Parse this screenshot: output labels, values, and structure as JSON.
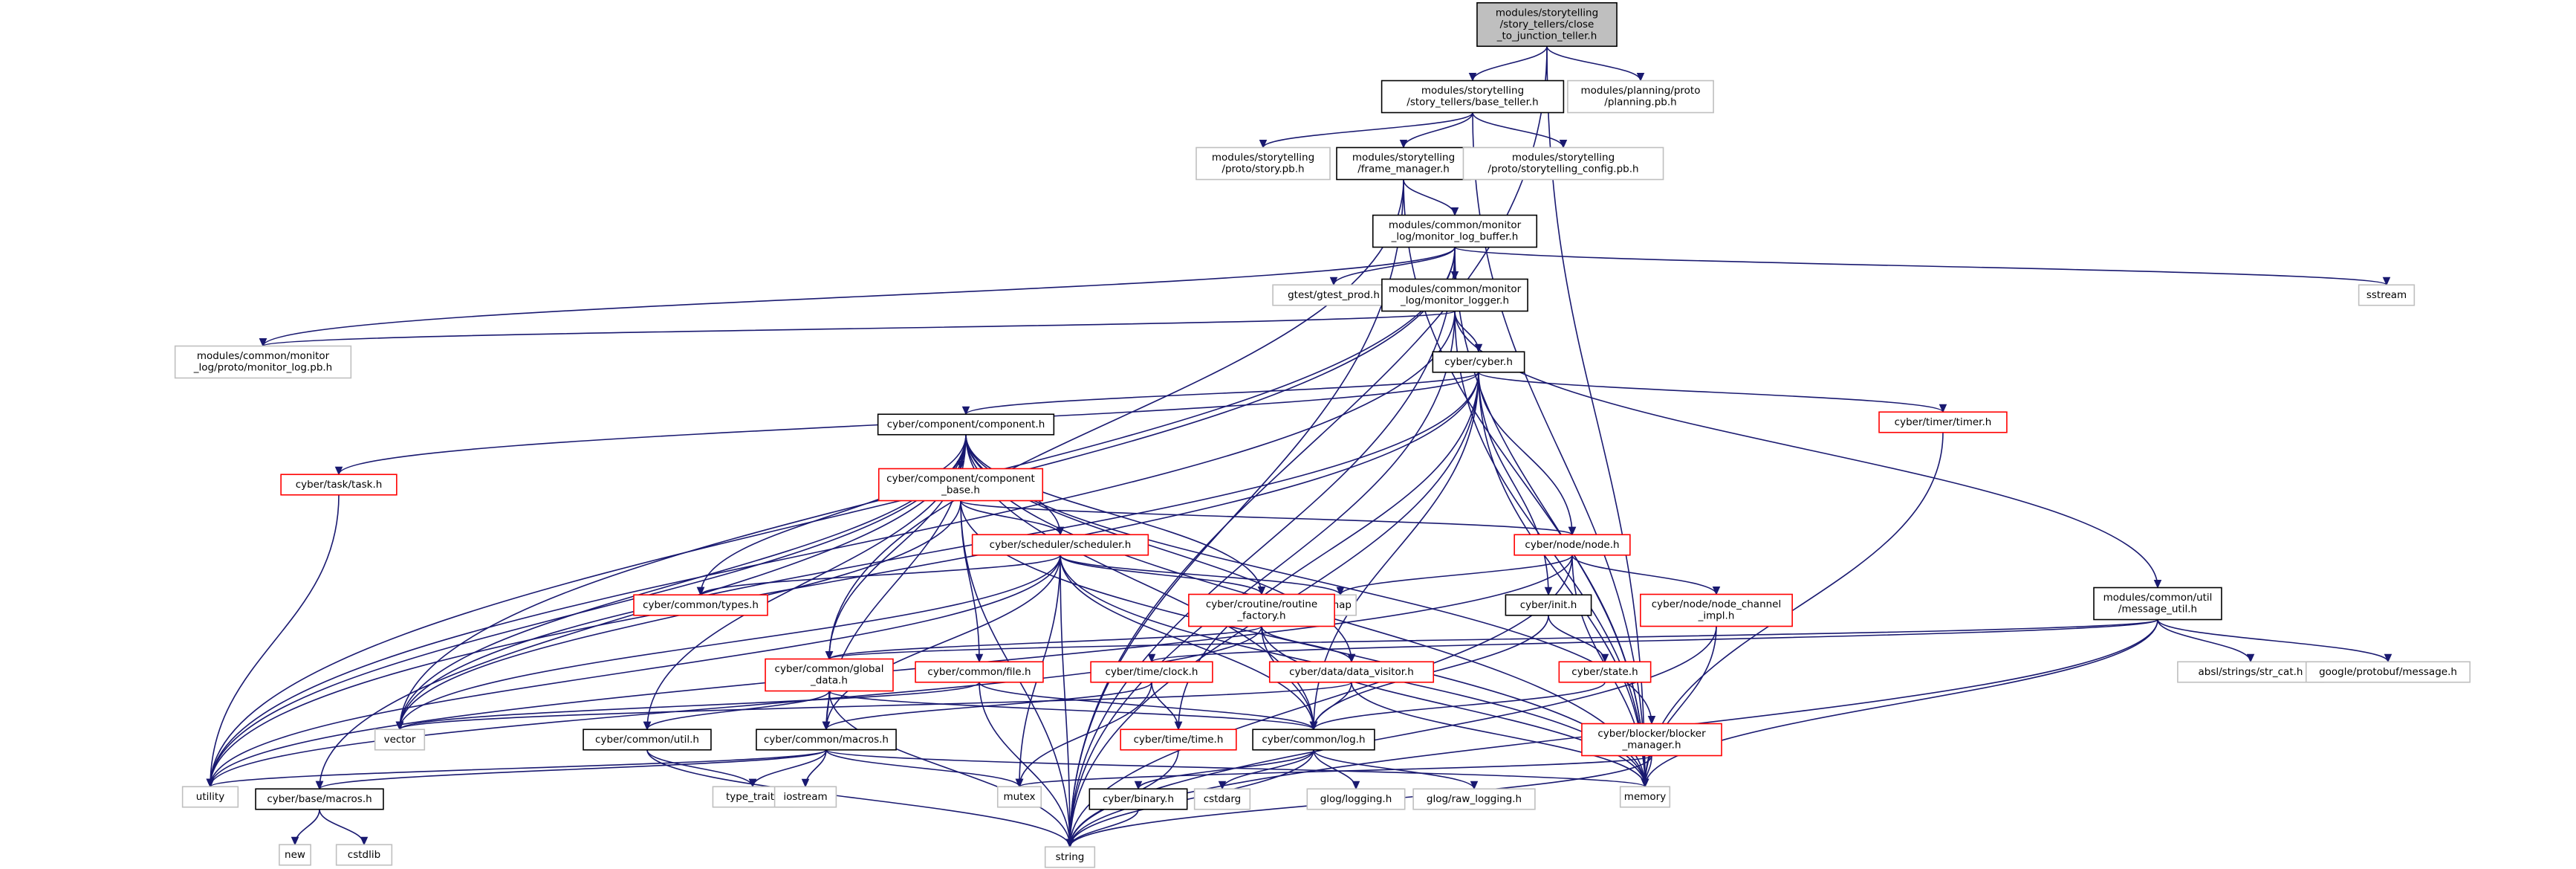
{
  "colors": {
    "edge": "#191970",
    "root_fill": "#bfbfbf",
    "root_stroke": "#000000",
    "documented_stroke": "#000000",
    "red_stroke": "#ff0000",
    "external_stroke": "#bfbfbf",
    "node_fill": "#ffffff"
  },
  "nodes": [
    {
      "id": "root",
      "lines": [
        "modules/storytelling",
        "/story_tellers/close",
        "_to_junction_teller.h"
      ],
      "kind": "root"
    },
    {
      "id": "base_teller",
      "lines": [
        "modules/storytelling",
        "/story_tellers/base_teller.h"
      ],
      "kind": "documented"
    },
    {
      "id": "planning_pb",
      "lines": [
        "modules/planning/proto",
        "/planning.pb.h"
      ],
      "kind": "external"
    },
    {
      "id": "story_pb",
      "lines": [
        "modules/storytelling",
        "/proto/story.pb.h"
      ],
      "kind": "external"
    },
    {
      "id": "frame_manager",
      "lines": [
        "modules/storytelling",
        "/frame_manager.h"
      ],
      "kind": "documented"
    },
    {
      "id": "storytelling_config",
      "lines": [
        "modules/storytelling",
        "/proto/storytelling_config.pb.h"
      ],
      "kind": "external"
    },
    {
      "id": "monitor_log_buffer",
      "lines": [
        "modules/common/monitor",
        "_log/monitor_log_buffer.h"
      ],
      "kind": "documented"
    },
    {
      "id": "gtest_prod",
      "lines": [
        "gtest/gtest_prod.h"
      ],
      "kind": "external"
    },
    {
      "id": "sstream",
      "lines": [
        "sstream"
      ],
      "kind": "external"
    },
    {
      "id": "monitor_logger",
      "lines": [
        "modules/common/monitor",
        "_log/monitor_logger.h"
      ],
      "kind": "documented"
    },
    {
      "id": "monitor_log_pb",
      "lines": [
        "modules/common/monitor",
        "_log/proto/monitor_log.pb.h"
      ],
      "kind": "external"
    },
    {
      "id": "cyber_h",
      "lines": [
        "cyber/cyber.h"
      ],
      "kind": "documented"
    },
    {
      "id": "component",
      "lines": [
        "cyber/component/component.h"
      ],
      "kind": "documented"
    },
    {
      "id": "timer",
      "lines": [
        "cyber/timer/timer.h"
      ],
      "kind": "red"
    },
    {
      "id": "task",
      "lines": [
        "cyber/task/task.h"
      ],
      "kind": "red"
    },
    {
      "id": "component_base",
      "lines": [
        "cyber/component/component",
        "_base.h"
      ],
      "kind": "red"
    },
    {
      "id": "scheduler",
      "lines": [
        "cyber/scheduler/scheduler.h"
      ],
      "kind": "red"
    },
    {
      "id": "node",
      "lines": [
        "cyber/node/node.h"
      ],
      "kind": "red"
    },
    {
      "id": "message_util",
      "lines": [
        "modules/common/util",
        "/message_util.h"
      ],
      "kind": "documented"
    },
    {
      "id": "types",
      "lines": [
        "cyber/common/types.h"
      ],
      "kind": "red"
    },
    {
      "id": "map",
      "lines": [
        "map"
      ],
      "kind": "external"
    },
    {
      "id": "routine_factory",
      "lines": [
        "cyber/croutine/routine",
        "_factory.h"
      ],
      "kind": "red"
    },
    {
      "id": "init",
      "lines": [
        "cyber/init.h"
      ],
      "kind": "documented"
    },
    {
      "id": "node_channel_impl",
      "lines": [
        "cyber/node/node_channel",
        "_impl.h"
      ],
      "kind": "red"
    },
    {
      "id": "global_data",
      "lines": [
        "cyber/common/global",
        "_data.h"
      ],
      "kind": "red"
    },
    {
      "id": "file",
      "lines": [
        "cyber/common/file.h"
      ],
      "kind": "red"
    },
    {
      "id": "clock",
      "lines": [
        "cyber/time/clock.h"
      ],
      "kind": "red"
    },
    {
      "id": "data_visitor",
      "lines": [
        "cyber/data/data_visitor.h"
      ],
      "kind": "red"
    },
    {
      "id": "state",
      "lines": [
        "cyber/state.h"
      ],
      "kind": "red"
    },
    {
      "id": "str_cat",
      "lines": [
        "absl/strings/str_cat.h"
      ],
      "kind": "external"
    },
    {
      "id": "protobuf_message",
      "lines": [
        "google/protobuf/message.h"
      ],
      "kind": "external"
    },
    {
      "id": "vector",
      "lines": [
        "vector"
      ],
      "kind": "external"
    },
    {
      "id": "util",
      "lines": [
        "cyber/common/util.h"
      ],
      "kind": "documented"
    },
    {
      "id": "macros",
      "lines": [
        "cyber/common/macros.h"
      ],
      "kind": "documented"
    },
    {
      "id": "time_h",
      "lines": [
        "cyber/time/time.h"
      ],
      "kind": "red"
    },
    {
      "id": "log",
      "lines": [
        "cyber/common/log.h"
      ],
      "kind": "documented"
    },
    {
      "id": "blocker_manager",
      "lines": [
        "cyber/blocker/blocker",
        "_manager.h"
      ],
      "kind": "red"
    },
    {
      "id": "utility",
      "lines": [
        "utility"
      ],
      "kind": "external"
    },
    {
      "id": "type_traits",
      "lines": [
        "type_traits"
      ],
      "kind": "external"
    },
    {
      "id": "iostream",
      "lines": [
        "iostream"
      ],
      "kind": "external"
    },
    {
      "id": "mutex",
      "lines": [
        "mutex"
      ],
      "kind": "external"
    },
    {
      "id": "memory",
      "lines": [
        "memory"
      ],
      "kind": "external"
    },
    {
      "id": "base_macros",
      "lines": [
        "cyber/base/macros.h"
      ],
      "kind": "documented"
    },
    {
      "id": "binary",
      "lines": [
        "cyber/binary.h"
      ],
      "kind": "documented"
    },
    {
      "id": "cstdarg",
      "lines": [
        "cstdarg"
      ],
      "kind": "external"
    },
    {
      "id": "glog_logging",
      "lines": [
        "glog/logging.h"
      ],
      "kind": "external"
    },
    {
      "id": "glog_raw",
      "lines": [
        "glog/raw_logging.h"
      ],
      "kind": "external"
    },
    {
      "id": "new",
      "lines": [
        "new"
      ],
      "kind": "external"
    },
    {
      "id": "cstdlib",
      "lines": [
        "cstdlib"
      ],
      "kind": "external"
    },
    {
      "id": "string",
      "lines": [
        "string"
      ],
      "kind": "external"
    }
  ],
  "edges": [
    [
      "root",
      "base_teller"
    ],
    [
      "root",
      "planning_pb"
    ],
    [
      "root",
      "string"
    ],
    [
      "root",
      "memory"
    ],
    [
      "base_teller",
      "story_pb"
    ],
    [
      "base_teller",
      "frame_manager"
    ],
    [
      "base_teller",
      "storytelling_config"
    ],
    [
      "base_teller",
      "memory"
    ],
    [
      "frame_manager",
      "monitor_log_buffer"
    ],
    [
      "frame_manager",
      "string"
    ],
    [
      "frame_manager",
      "memory"
    ],
    [
      "frame_manager",
      "global_data"
    ],
    [
      "monitor_log_buffer",
      "gtest_prod"
    ],
    [
      "monitor_log_buffer",
      "monitor_logger"
    ],
    [
      "monitor_log_buffer",
      "sstream"
    ],
    [
      "monitor_log_buffer",
      "monitor_log_pb"
    ],
    [
      "monitor_log_buffer",
      "string"
    ],
    [
      "monitor_log_buffer",
      "vector"
    ],
    [
      "monitor_log_buffer",
      "utility"
    ],
    [
      "monitor_log_buffer",
      "memory"
    ],
    [
      "monitor_logger",
      "cyber_h"
    ],
    [
      "monitor_logger",
      "monitor_log_pb"
    ],
    [
      "monitor_logger",
      "message_util"
    ],
    [
      "monitor_logger",
      "memory"
    ],
    [
      "monitor_logger",
      "string"
    ],
    [
      "monitor_logger",
      "utility"
    ],
    [
      "cyber_h",
      "component"
    ],
    [
      "cyber_h",
      "timer"
    ],
    [
      "cyber_h",
      "task"
    ],
    [
      "cyber_h",
      "node"
    ],
    [
      "cyber_h",
      "init"
    ],
    [
      "cyber_h",
      "log"
    ],
    [
      "cyber_h",
      "time_h"
    ],
    [
      "cyber_h",
      "memory"
    ],
    [
      "cyber_h",
      "string"
    ],
    [
      "cyber_h",
      "utility"
    ],
    [
      "cyber_h",
      "vector"
    ],
    [
      "component",
      "component_base"
    ],
    [
      "component",
      "scheduler"
    ],
    [
      "component",
      "routine_factory"
    ],
    [
      "component",
      "data_visitor"
    ],
    [
      "component",
      "types"
    ],
    [
      "component",
      "global_data"
    ],
    [
      "component",
      "util"
    ],
    [
      "component",
      "macros"
    ],
    [
      "component",
      "base_macros"
    ],
    [
      "component",
      "log"
    ],
    [
      "component",
      "blocker_manager"
    ],
    [
      "component",
      "memory"
    ],
    [
      "component",
      "vector"
    ],
    [
      "component",
      "utility"
    ],
    [
      "timer",
      "memory"
    ],
    [
      "task",
      "utility"
    ],
    [
      "component_base",
      "scheduler"
    ],
    [
      "component_base",
      "node"
    ],
    [
      "component_base",
      "file"
    ],
    [
      "component_base",
      "memory"
    ],
    [
      "component_base",
      "vector"
    ],
    [
      "component_base",
      "string"
    ],
    [
      "scheduler",
      "types"
    ],
    [
      "scheduler",
      "map"
    ],
    [
      "scheduler",
      "routine_factory"
    ],
    [
      "scheduler",
      "mutex"
    ],
    [
      "scheduler",
      "log"
    ],
    [
      "scheduler",
      "macros"
    ],
    [
      "scheduler",
      "vector"
    ],
    [
      "scheduler",
      "string"
    ],
    [
      "scheduler",
      "memory"
    ],
    [
      "scheduler",
      "utility"
    ],
    [
      "node",
      "map"
    ],
    [
      "node",
      "node_channel_impl"
    ],
    [
      "node",
      "memory"
    ],
    [
      "node",
      "string"
    ],
    [
      "node",
      "utility"
    ],
    [
      "message_util",
      "str_cat"
    ],
    [
      "message_util",
      "protobuf_message"
    ],
    [
      "message_util",
      "clock"
    ],
    [
      "message_util",
      "memory"
    ],
    [
      "message_util",
      "string"
    ],
    [
      "message_util",
      "global_data"
    ],
    [
      "routine_factory",
      "global_data"
    ],
    [
      "routine_factory",
      "data_visitor"
    ],
    [
      "routine_factory",
      "log"
    ],
    [
      "routine_factory",
      "memory"
    ],
    [
      "routine_factory",
      "utility"
    ],
    [
      "init",
      "state"
    ],
    [
      "init",
      "log"
    ],
    [
      "node_channel_impl",
      "memory"
    ],
    [
      "node_channel_impl",
      "string"
    ],
    [
      "global_data",
      "util"
    ],
    [
      "global_data",
      "macros"
    ],
    [
      "global_data",
      "log"
    ],
    [
      "global_data",
      "string"
    ],
    [
      "file",
      "log"
    ],
    [
      "file",
      "string"
    ],
    [
      "file",
      "vector"
    ],
    [
      "clock",
      "time_h"
    ],
    [
      "clock",
      "macros"
    ],
    [
      "clock",
      "mutex"
    ],
    [
      "data_visitor",
      "log"
    ],
    [
      "data_visitor",
      "vector"
    ],
    [
      "data_visitor",
      "memory"
    ],
    [
      "state",
      "log"
    ],
    [
      "util",
      "type_traits"
    ],
    [
      "util",
      "string"
    ],
    [
      "macros",
      "utility"
    ],
    [
      "macros",
      "type_traits"
    ],
    [
      "macros",
      "iostream"
    ],
    [
      "macros",
      "mutex"
    ],
    [
      "macros",
      "memory"
    ],
    [
      "macros",
      "base_macros"
    ],
    [
      "time_h",
      "string"
    ],
    [
      "log",
      "binary"
    ],
    [
      "log",
      "cstdarg"
    ],
    [
      "log",
      "glog_logging"
    ],
    [
      "log",
      "glog_raw"
    ],
    [
      "log",
      "string"
    ],
    [
      "blocker_manager",
      "memory"
    ],
    [
      "blocker_manager",
      "mutex"
    ],
    [
      "blocker_manager",
      "string"
    ],
    [
      "base_macros",
      "new"
    ],
    [
      "base_macros",
      "cstdlib"
    ],
    [
      "binary",
      "string"
    ]
  ]
}
